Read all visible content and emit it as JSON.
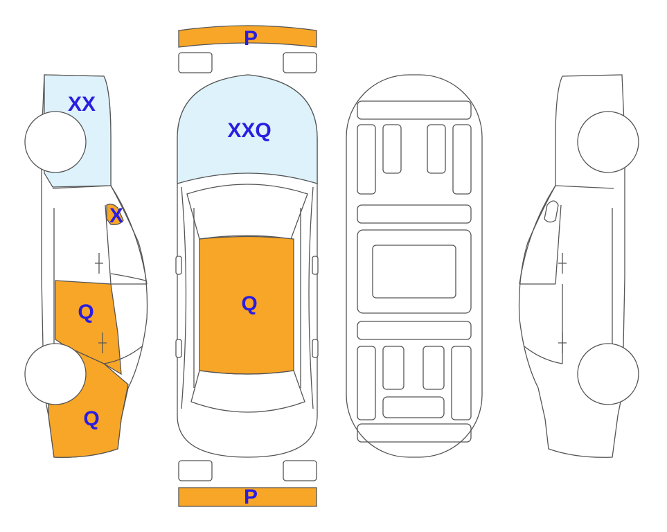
{
  "colors": {
    "paint": "#f8a627",
    "glass": "#ddf2fb",
    "label": "#2a1de0",
    "outline": "#555555",
    "background": "#ffffff"
  },
  "panels": {
    "front_bumper": {
      "status": "paint",
      "code": "P"
    },
    "rear_bumper": {
      "status": "paint",
      "code": "P"
    },
    "hood": {
      "status": "glass",
      "code": "XXQ"
    },
    "roof": {
      "status": "paint",
      "code": "Q"
    },
    "left_front_fender": {
      "status": "glass",
      "code": "XX"
    },
    "left_a_pillar": {
      "status": "paint",
      "code": "X"
    },
    "left_front_door": {
      "status": "paint",
      "code": "Q"
    },
    "left_lower_front": {
      "status": "paint",
      "code": "Q"
    }
  }
}
